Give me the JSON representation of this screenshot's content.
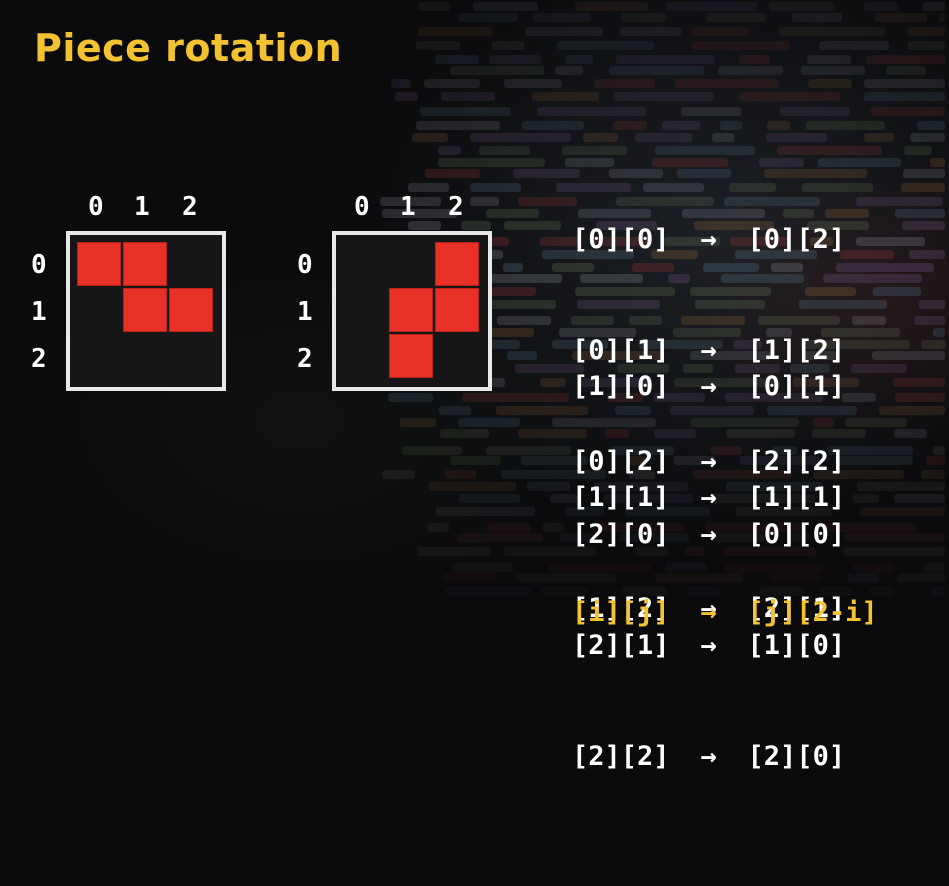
{
  "title": "Piece rotation",
  "colors": {
    "title": "#f2c230",
    "cell": "#ea3128",
    "frame": "#e9e9e9",
    "formula": "#f2c230"
  },
  "grids": [
    {
      "col_labels": [
        "0",
        "1",
        "2"
      ],
      "row_labels": [
        "0",
        "1",
        "2"
      ],
      "filled": [
        [
          0,
          0
        ],
        [
          0,
          1
        ],
        [
          1,
          1
        ],
        [
          1,
          2
        ]
      ]
    },
    {
      "col_labels": [
        "0",
        "1",
        "2"
      ],
      "row_labels": [
        "0",
        "1",
        "2"
      ],
      "filled": [
        [
          0,
          2
        ],
        [
          1,
          1
        ],
        [
          1,
          2
        ],
        [
          2,
          1
        ]
      ]
    }
  ],
  "arrow": "→",
  "mapping_groups": [
    [
      {
        "from": "[0][0]",
        "to": "[0][2]"
      },
      {
        "from": "[0][1]",
        "to": "[1][2]"
      },
      {
        "from": "[0][2]",
        "to": "[2][2]"
      }
    ],
    [
      {
        "from": "[1][0]",
        "to": "[0][1]"
      },
      {
        "from": "[1][1]",
        "to": "[1][1]"
      },
      {
        "from": "[1][2]",
        "to": "[2][1]"
      }
    ],
    [
      {
        "from": "[2][0]",
        "to": "[0][0]"
      },
      {
        "from": "[2][1]",
        "to": "[1][0]"
      },
      {
        "from": "[2][2]",
        "to": "[2][0]"
      }
    ]
  ],
  "formula": {
    "from": "[i][j]",
    "to": "[j][2-i]"
  }
}
